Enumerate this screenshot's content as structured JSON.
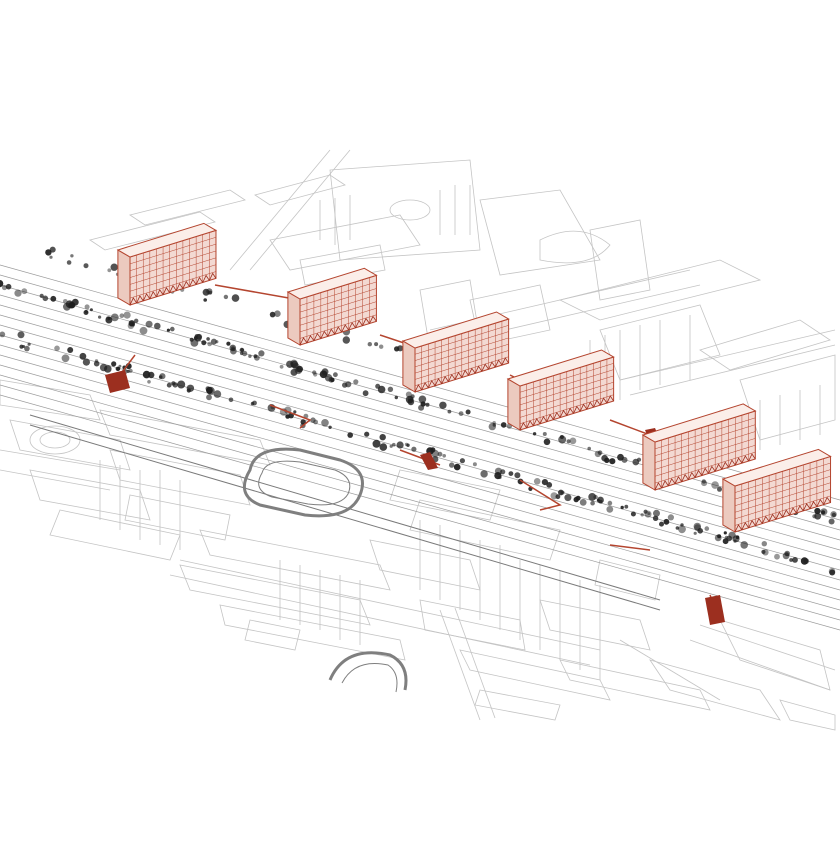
{
  "diagram": {
    "style": "isometric urban axonometric drawing",
    "colors": {
      "linework": "#8a8a8a",
      "light_linework": "#c4c4c4",
      "accent": "#b4452f",
      "accent_fill": "#f3d9d2",
      "dark_fill": "#9c2f1f",
      "trees": "#1e1e1e",
      "background": "#ffffff"
    },
    "highlighted_buildings": [
      {
        "id": "block-1"
      },
      {
        "id": "block-2"
      },
      {
        "id": "block-3"
      },
      {
        "id": "block-4"
      },
      {
        "id": "block-5"
      },
      {
        "id": "block-6"
      }
    ]
  }
}
